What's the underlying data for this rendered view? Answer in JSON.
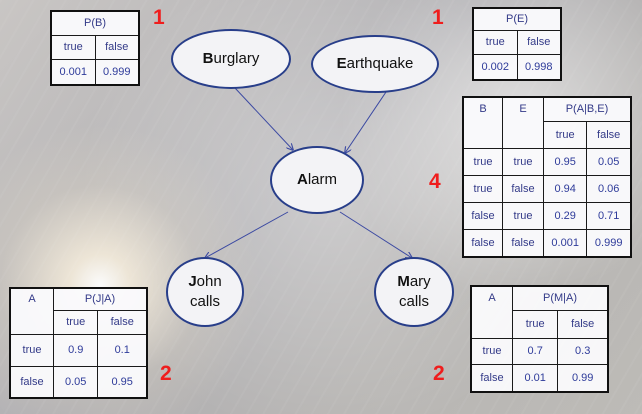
{
  "nodes": {
    "burglary": {
      "initial": "B",
      "rest": "urglary"
    },
    "earthquake": {
      "initial": "E",
      "rest": "arthquake"
    },
    "alarm": {
      "initial": "A",
      "rest": "larm"
    },
    "john": {
      "initial": "J",
      "rest": "ohn",
      "line2": "calls"
    },
    "mary": {
      "initial": "M",
      "rest": "ary",
      "line2": "calls"
    }
  },
  "tables": {
    "pb": {
      "title": "P(B)",
      "header": [
        "true",
        "false"
      ],
      "row": [
        "0.001",
        "0.999"
      ],
      "param_count": "1"
    },
    "pe": {
      "title": "P(E)",
      "header": [
        "true",
        "false"
      ],
      "row": [
        "0.002",
        "0.998"
      ],
      "param_count": "1"
    },
    "pa": {
      "col_b": "B",
      "col_e": "E",
      "title": "P(A|B,E)",
      "header": [
        "true",
        "false"
      ],
      "rows": [
        [
          "true",
          "true",
          "0.95",
          "0.05"
        ],
        [
          "true",
          "false",
          "0.94",
          "0.06"
        ],
        [
          "false",
          "true",
          "0.29",
          "0.71"
        ],
        [
          "false",
          "false",
          "0.001",
          "0.999"
        ]
      ],
      "param_count": "4"
    },
    "pj": {
      "col_a": "A",
      "title": "P(J|A)",
      "header": [
        "true",
        "false"
      ],
      "rows": [
        [
          "true",
          "0.9",
          "0.1"
        ],
        [
          "false",
          "0.05",
          "0.95"
        ]
      ],
      "param_count": "2"
    },
    "pm": {
      "col_a": "A",
      "title": "P(M|A)",
      "header": [
        "true",
        "false"
      ],
      "rows": [
        [
          "true",
          "0.7",
          "0.3"
        ],
        [
          "false",
          "0.01",
          "0.99"
        ]
      ],
      "param_count": "2"
    }
  },
  "colors": {
    "node_border": "#283e8a",
    "edge": "#3c4aa2",
    "param_count": "#ef1d1d",
    "table_value": "#2e3b9a"
  }
}
